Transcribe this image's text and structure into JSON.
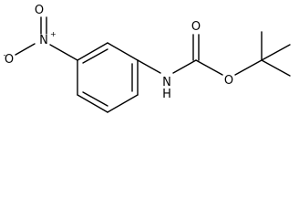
{
  "molecule": {
    "atoms": {
      "nitro_oxygen_top": "O",
      "nitro_nitrogen": "N",
      "nitro_nitrogen_charge": "+",
      "nitro_oxygen_left": "O",
      "nitro_oxygen_left_charge": "-",
      "amide_nitrogen": "N",
      "amide_hydrogen": "H",
      "carbonyl_oxygen": "O",
      "ester_oxygen": "O"
    }
  }
}
